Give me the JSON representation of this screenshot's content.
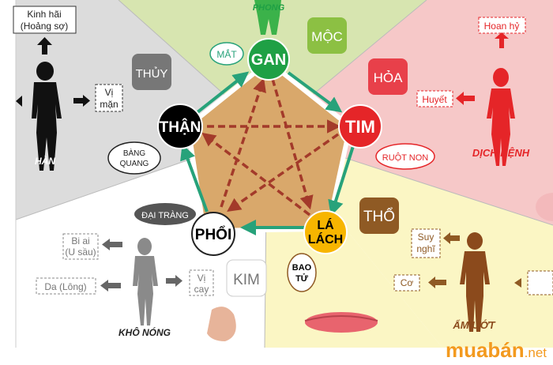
{
  "center_nodes": {
    "gan": "GAN",
    "tim": "TIM",
    "la_lach_1": "LÁ",
    "la_lach_2": "LÁCH",
    "phoi": "PHỔI",
    "than": "THẬN"
  },
  "elements": {
    "moc": "MỘC",
    "hoa": "HỎA",
    "tho": "THỔ",
    "kim": "KIM",
    "thuy": "THỦY"
  },
  "organs": {
    "mat": "MẮT",
    "ruot_non": "RUỘT NON",
    "bao_tu_1": "BAO",
    "bao_tu_2": "TỬ",
    "dai_trang": "ĐẠI TRÀNG",
    "bang_quang_1": "BÀNG",
    "bang_quang_2": "QUANG"
  },
  "wood_sector": {
    "climate": "PHONG"
  },
  "fire_sector": {
    "emotion": "Hoan hỷ",
    "fluid": "Huyết",
    "climate": "DỊCH BỆNH"
  },
  "earth_sector": {
    "emotion_1": "Suy",
    "emotion_2": "nghĩ",
    "tissue": "Cơ",
    "climate": "ẨM ƯỚT"
  },
  "metal_sector": {
    "emotion_1": "Bi ai",
    "emotion_2": "(U sầu)",
    "tissue": "Da (Lông)",
    "taste_1": "Vị",
    "taste_2": "cay",
    "climate": "KHÔ NÓNG"
  },
  "water_sector": {
    "emotion_1": "Kinh hãi",
    "emotion_2": "(Hoảng sợ)",
    "taste_1": "Vị",
    "taste_2": "mặn",
    "climate": "HÀN"
  },
  "watermark": {
    "brand": "muabán",
    "tld": ".net"
  },
  "colors": {
    "wood": "#d7e5b0",
    "fire": "#f6c8c8",
    "earth": "#fbf6c4",
    "metal": "#ffffff",
    "water": "#dcdcdc",
    "pentagon": "#d9a86b",
    "generating_arrow": "#27a27a",
    "controlling_arrow": "#a33a2a",
    "gan_circle": "#1fa045",
    "tim_circle": "#e52528",
    "la_lach_circle": "#f7b500",
    "phoi_circle": "#ffffff",
    "than_circle": "#000000"
  }
}
